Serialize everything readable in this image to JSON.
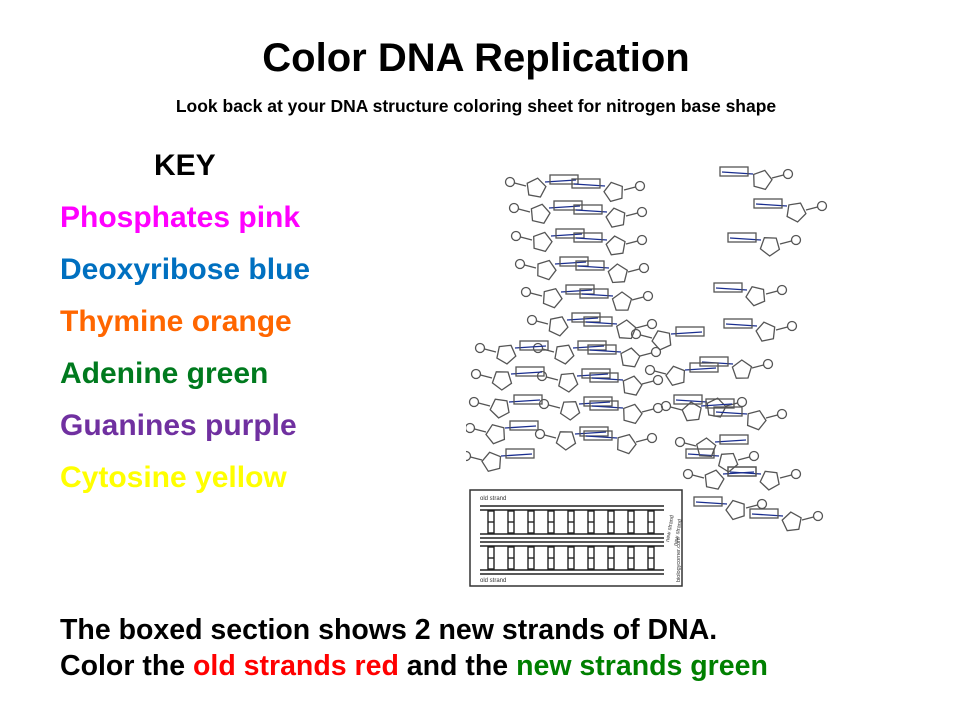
{
  "title": "Color DNA Replication",
  "subtitle": "Look back at your DNA structure coloring sheet for nitrogen base shape",
  "key": {
    "heading": "KEY",
    "items": [
      {
        "label": "Phosphates pink",
        "color": "#ff00ff"
      },
      {
        "label": "Deoxyribose blue",
        "color": "#0070c0"
      },
      {
        "label": "Thymine orange",
        "color": "#ff6600"
      },
      {
        "label": "Adenine green",
        "color": "#007a1e"
      },
      {
        "label": "Guanines purple",
        "color": "#7030a0"
      },
      {
        "label": "Cytosine yellow",
        "color": "#ffff00"
      }
    ]
  },
  "diagram": {
    "old_strand_label_top": "old strand",
    "old_strand_label_bottom": "old strand",
    "new_strand_label_a": "new strand",
    "new_strand_label_b": "new strand",
    "credit": "biologycorner.com"
  },
  "footer": {
    "line1": "The boxed section shows 2 new strands of DNA.",
    "line2_a": "Color the ",
    "line2_b": "old strands red",
    "line2_c": " and the ",
    "line2_d": "new strands green",
    "old_color": "#ff0000",
    "new_color": "#008000"
  }
}
